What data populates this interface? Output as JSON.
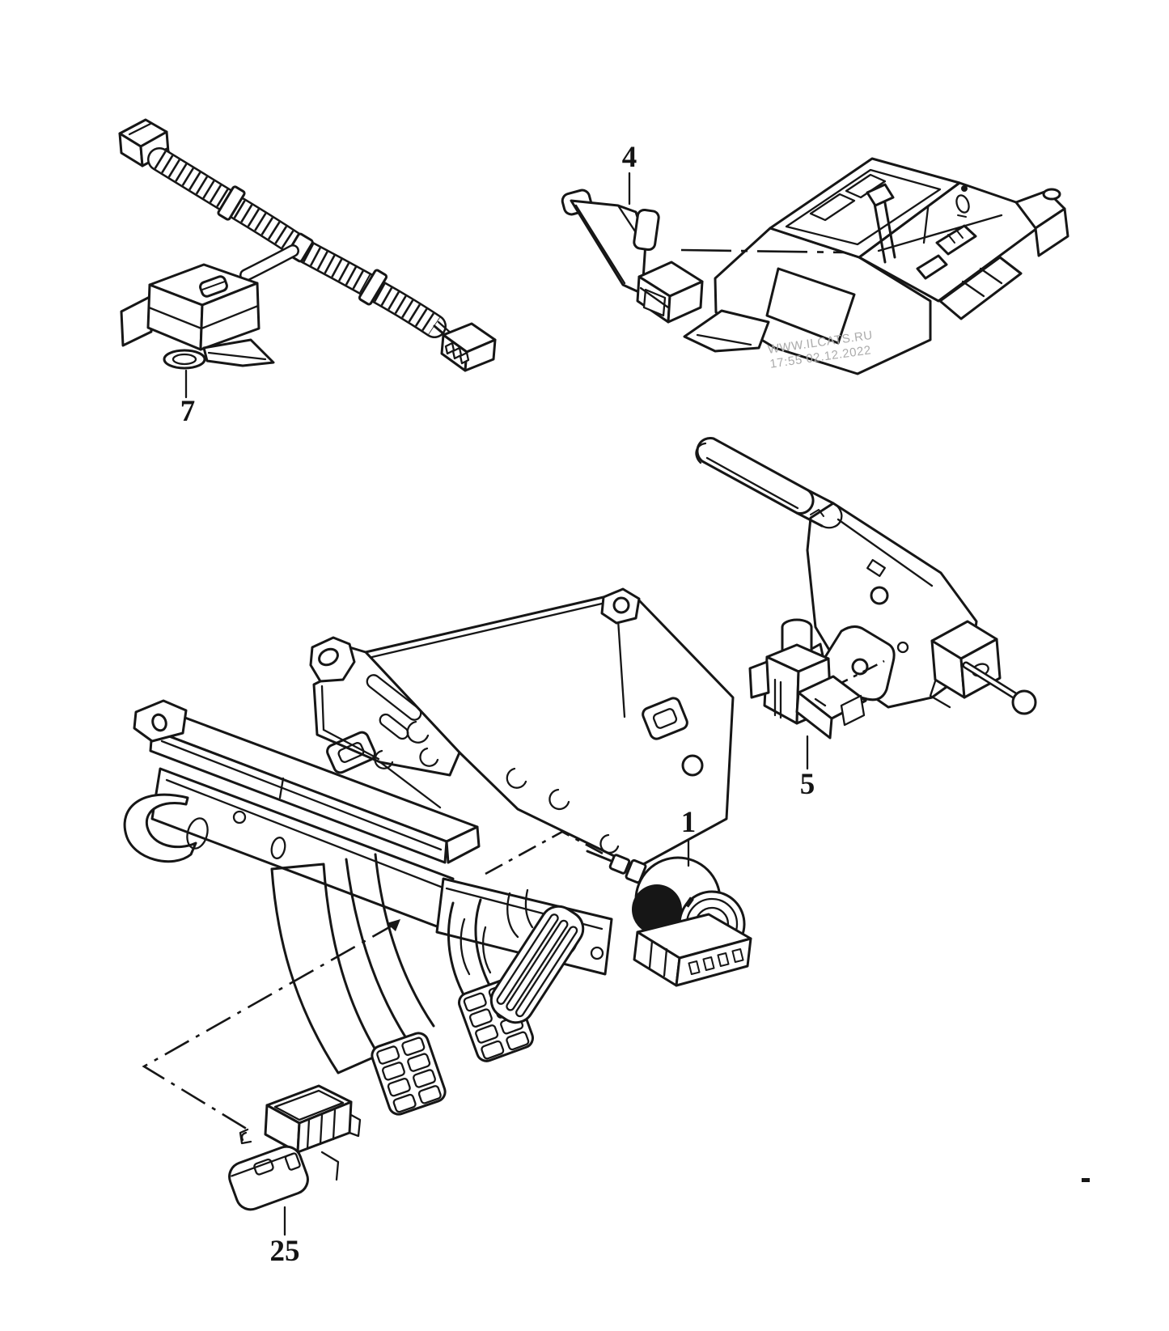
{
  "diagram": {
    "background": "#ffffff",
    "ink_color": "#161616",
    "watermark_color": "#ababab",
    "callouts": [
      {
        "id": "7",
        "text": "7"
      },
      {
        "id": "4",
        "text": "4"
      },
      {
        "id": "5",
        "text": "5"
      },
      {
        "id": "1",
        "text": "1"
      },
      {
        "id": "25",
        "text": "25"
      }
    ],
    "watermark": {
      "line1": "WWW.ILCATS.RU",
      "line2": "17:55 02.12.2022"
    }
  }
}
